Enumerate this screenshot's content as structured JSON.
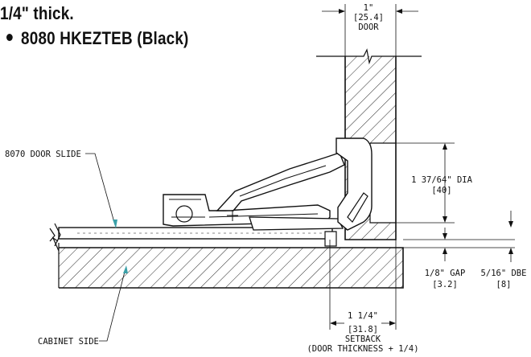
{
  "heading": {
    "line1": "1/4\" thick.",
    "bullet": "8080 HKEZTEB (Black)"
  },
  "dimensions": {
    "door_thickness": {
      "imperial": "1\"",
      "metric": "[25.4]",
      "note": "DOOR"
    },
    "cup_diameter": {
      "imperial": "1 37/64\" DIA",
      "metric": "[40]"
    },
    "gap": {
      "imperial": "1/8\" GAP",
      "metric": "[3.2]"
    },
    "dbe": {
      "imperial": "5/16\" DBE",
      "metric": "[8]"
    },
    "setback": {
      "imperial": "1 1/4\"",
      "metric": "[31.8]",
      "note": "SETBACK",
      "formula": "(DOOR THICKNESS + 1/4)"
    }
  },
  "callouts": {
    "door_slide": "8070 DOOR SLIDE",
    "cabinet_side": "CABINET SIDE"
  },
  "colors": {
    "ink": "#111111",
    "leader_arrow": "#3aa0a8",
    "background": "#ffffff"
  }
}
